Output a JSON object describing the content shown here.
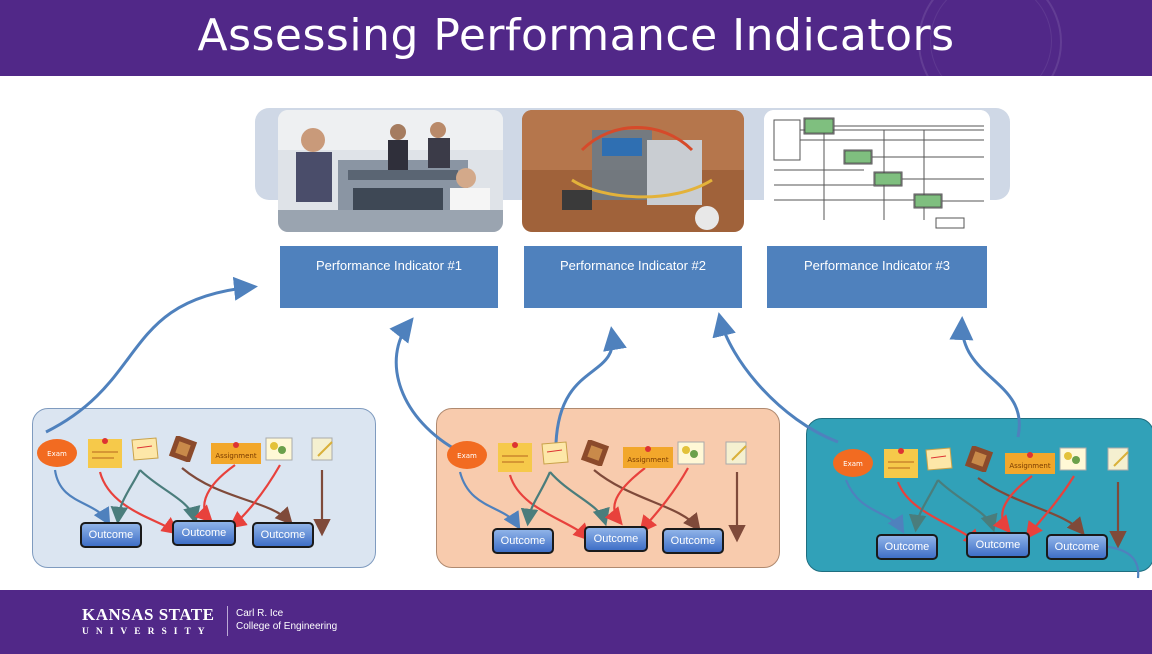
{
  "header": {
    "title": "Assessing Performance Indicators"
  },
  "footer": {
    "university_name": "Kansas State",
    "university_sub": "UNIVERSITY",
    "college_line1": "Carl R. Ice",
    "college_line2": "College of Engineering"
  },
  "performance_indicators": [
    {
      "label": "Performance Indicator #1",
      "photo": "lab-students-photo"
    },
    {
      "label": "Performance Indicator #2",
      "photo": "robot-photo"
    },
    {
      "label": "Performance Indicator #3",
      "photo": "block-diagram-image"
    }
  ],
  "groups": [
    {
      "name": "group-1",
      "fill": "#dbe5f1",
      "outcomes": [
        "Outcome",
        "Outcome",
        "Outcome"
      ]
    },
    {
      "name": "group-2",
      "fill": "#f8cbad",
      "outcomes": [
        "Outcome",
        "Outcome",
        "Outcome"
      ]
    },
    {
      "name": "group-3",
      "fill": "#31a1b8",
      "outcomes": [
        "Outcome",
        "Outcome",
        "Outcome"
      ]
    }
  ],
  "assessment_items": [
    "exam-icon",
    "assignment-icon",
    "note-icon",
    "project-icon",
    "assignment-icon",
    "quiz-icon",
    "report-icon"
  ],
  "assessment_item_labels": {
    "exam": "Exam",
    "assignment": "Assignment"
  },
  "colors": {
    "purple": "#512888",
    "pi_blue": "#4f81bd",
    "arrow_blue": "#4f81bd",
    "arrow_red": "#e8413c",
    "arrow_teal": "#4a7d7c",
    "arrow_brown": "#7f4a3a"
  }
}
